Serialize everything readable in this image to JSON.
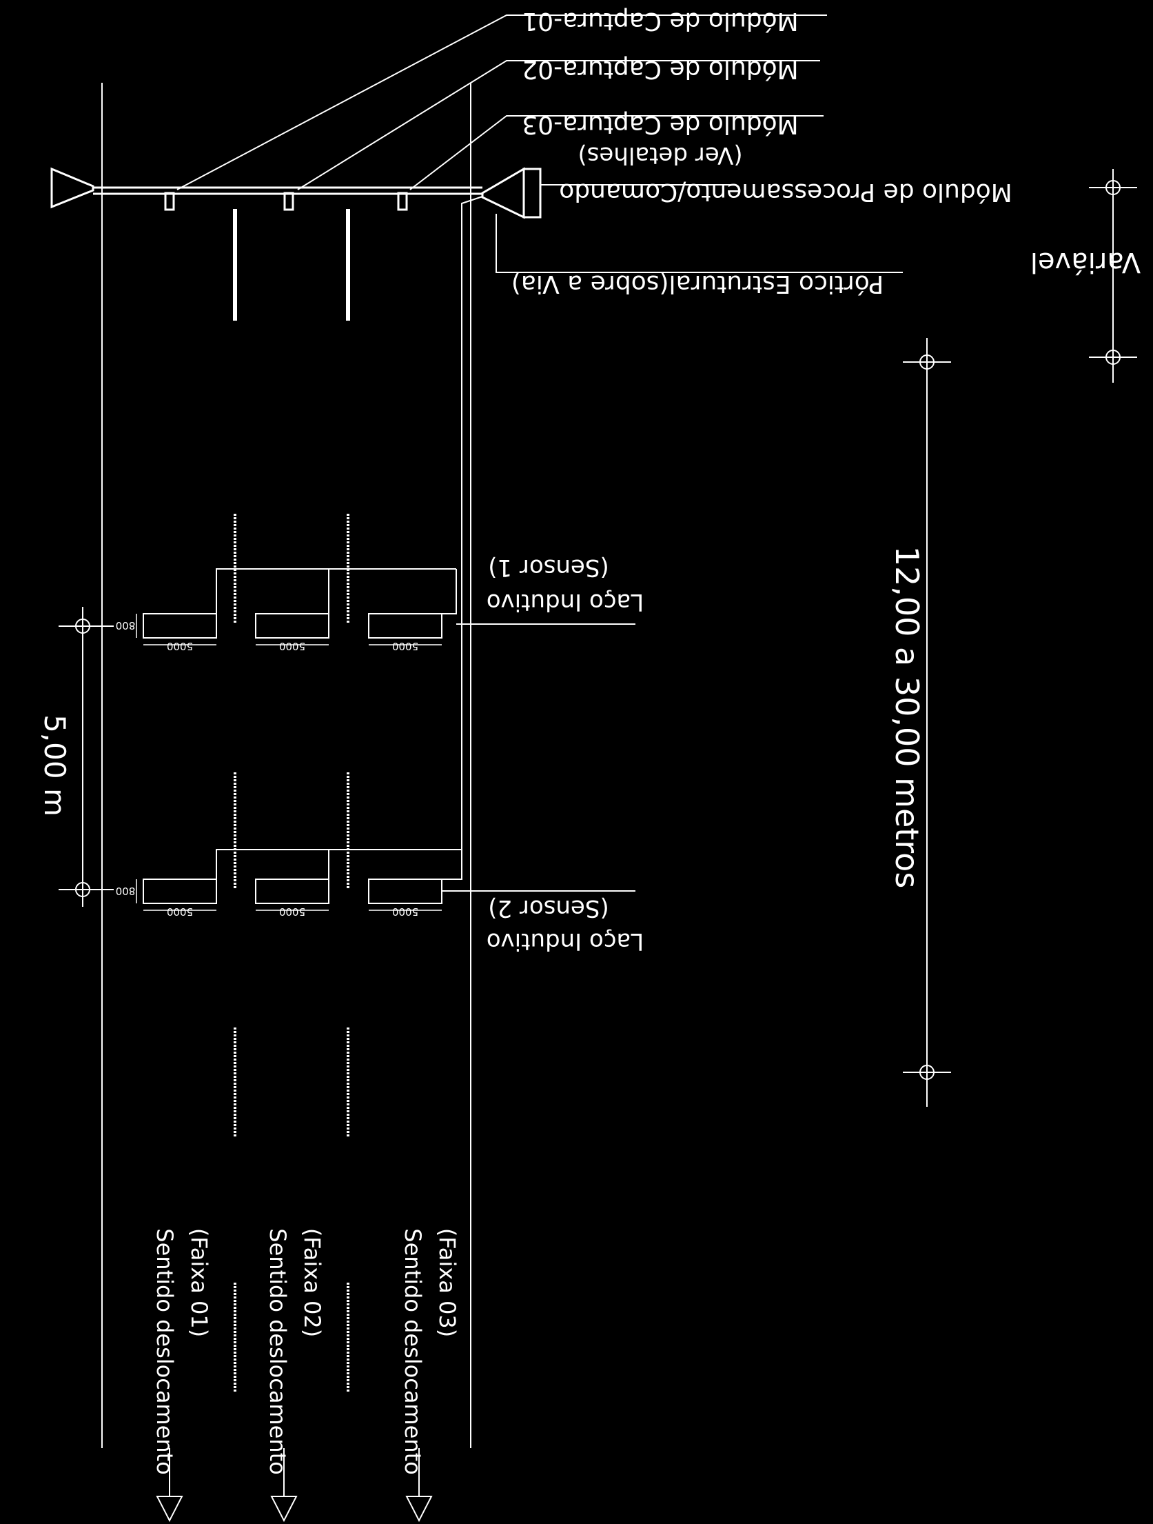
{
  "labels": {
    "modulo1": "Módulo de Captura-01",
    "modulo2": "Módulo de Captura-02",
    "modulo3": "Módulo de Captura-03",
    "ver_detalhes": "(Ver detalhes)",
    "modulo_proc": "Módulo de Processamento/Comando",
    "portico": "Pórtico Estrutural(sobre a Via)",
    "variavel": "Variável",
    "distancia": "12,00 a 30,00 metros",
    "distancia_sensores": "5,00 m",
    "laco1": "Laço Indutivo",
    "sensor1": "(Sensor 1)",
    "laco2": "Laço Indutivo",
    "sensor2": "(Sensor 2)",
    "dim_largura": "800",
    "dim_comprimento": "5000"
  },
  "lanes": [
    {
      "sentido": "Sentido deslocamento",
      "faixa": "(Faixa 01)"
    },
    {
      "sentido": "Sentido deslocamento",
      "faixa": "(Faixa 02)"
    },
    {
      "sentido": "Sentido deslocamento",
      "faixa": "(Faixa 03)"
    }
  ],
  "colors": {
    "background": "#000000",
    "lines": "#ffffff"
  }
}
